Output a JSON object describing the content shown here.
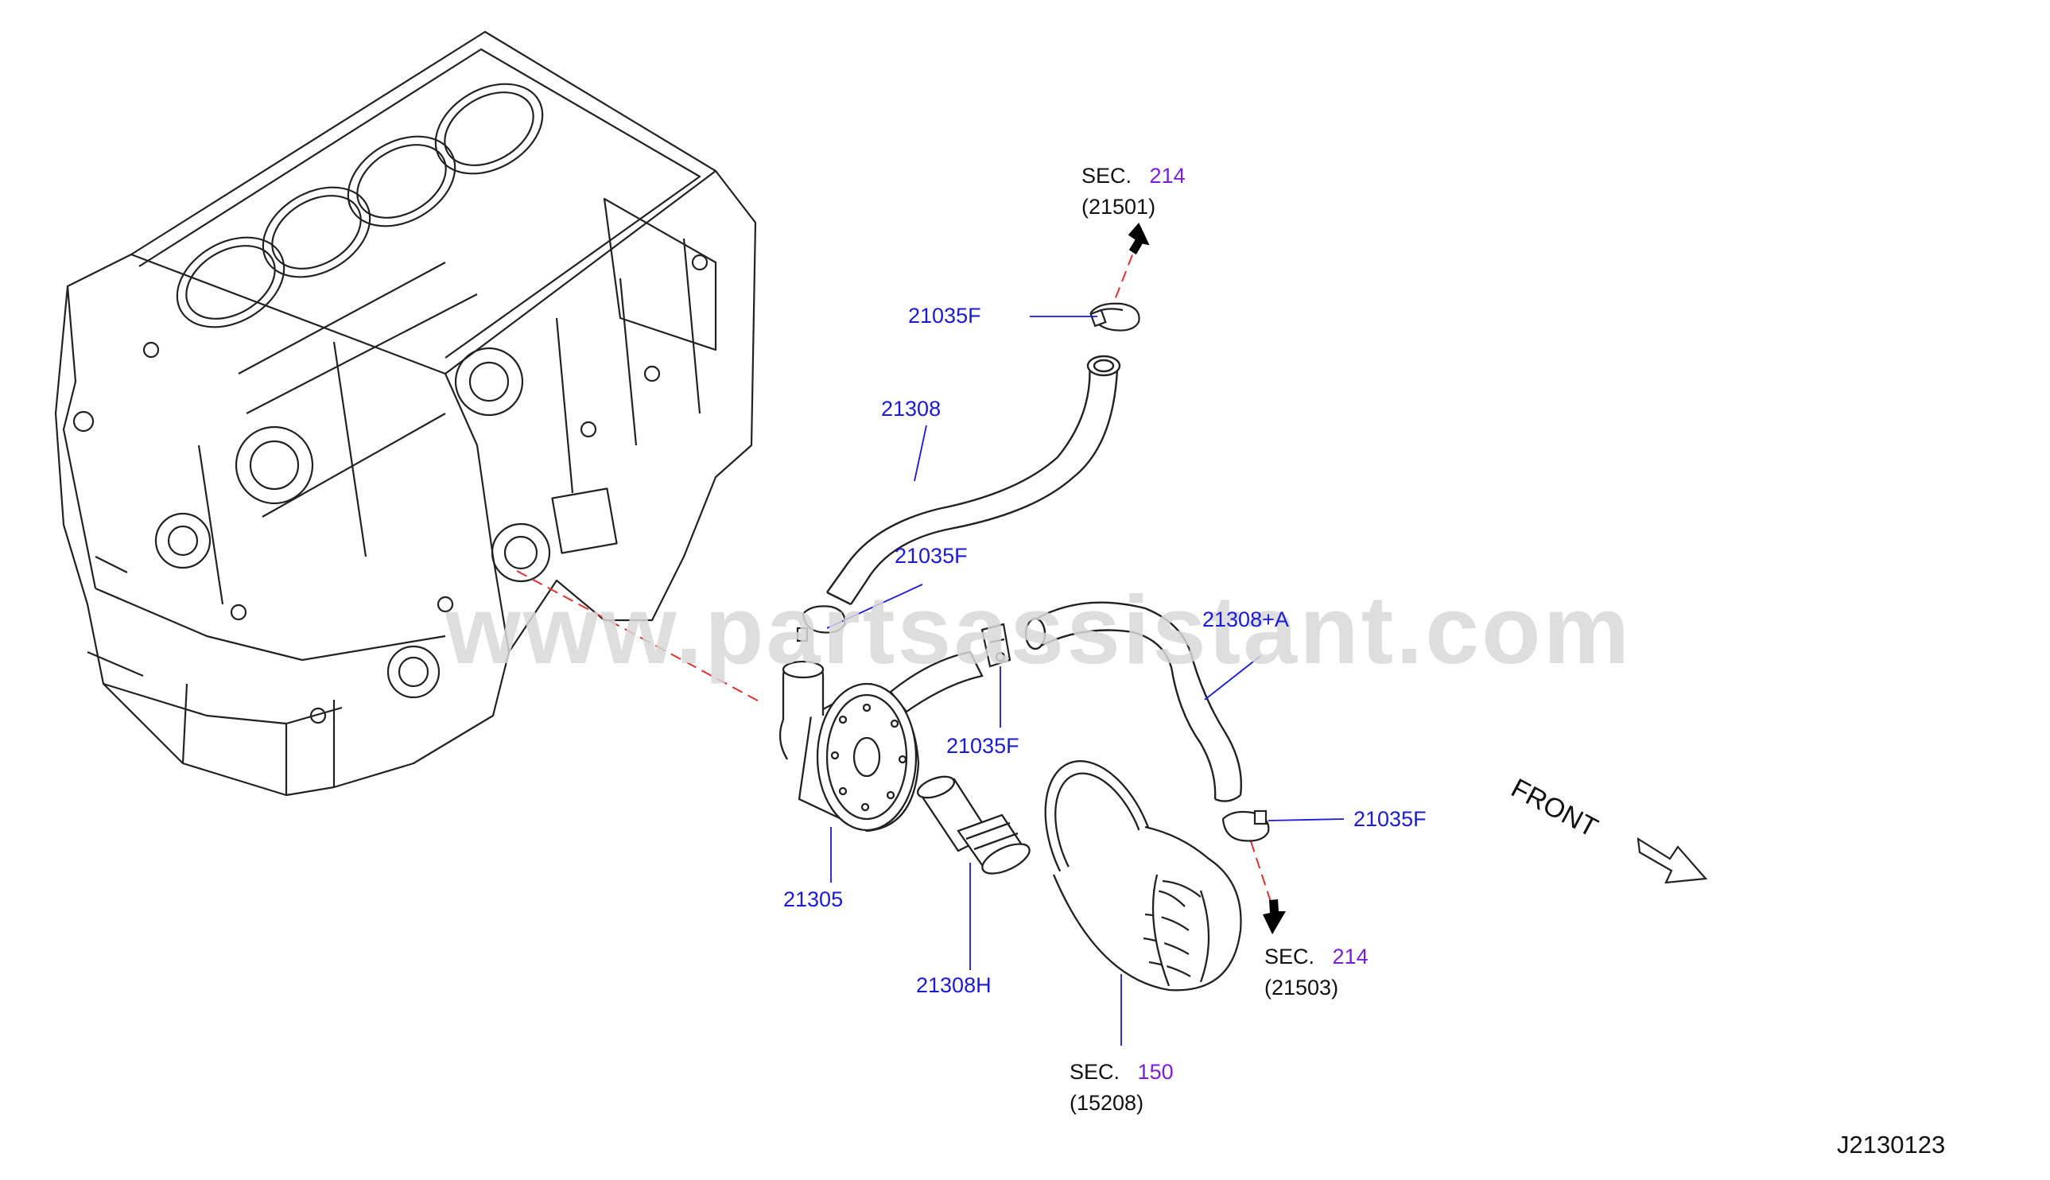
{
  "watermark": "www.partsassistant.com",
  "diagram_id": "J2130123",
  "front_label": "FRONT",
  "callouts": {
    "top_sec_word": "SEC.",
    "top_sec_num": "214",
    "top_sec_ref": "(21501)",
    "clamp_top": "21035F",
    "hose_upper": "21308",
    "clamp_mid_left": "21035F",
    "hose_lower": "21308+A",
    "clamp_mid": "21035F",
    "clamp_lower_right": "21035F",
    "cooler": "21305",
    "connector": "21308H",
    "bottom_sec_word": "SEC.",
    "bottom_sec_num": "214",
    "bottom_sec_ref": "(21503)",
    "filter_sec_word": "SEC.",
    "filter_sec_num": "150",
    "filter_sec_ref": "(15208)"
  },
  "colors": {
    "part_number": "#1a1ad8",
    "section_number": "#7a1fd6",
    "linework": "#222222",
    "flow_line": "#e03030"
  }
}
